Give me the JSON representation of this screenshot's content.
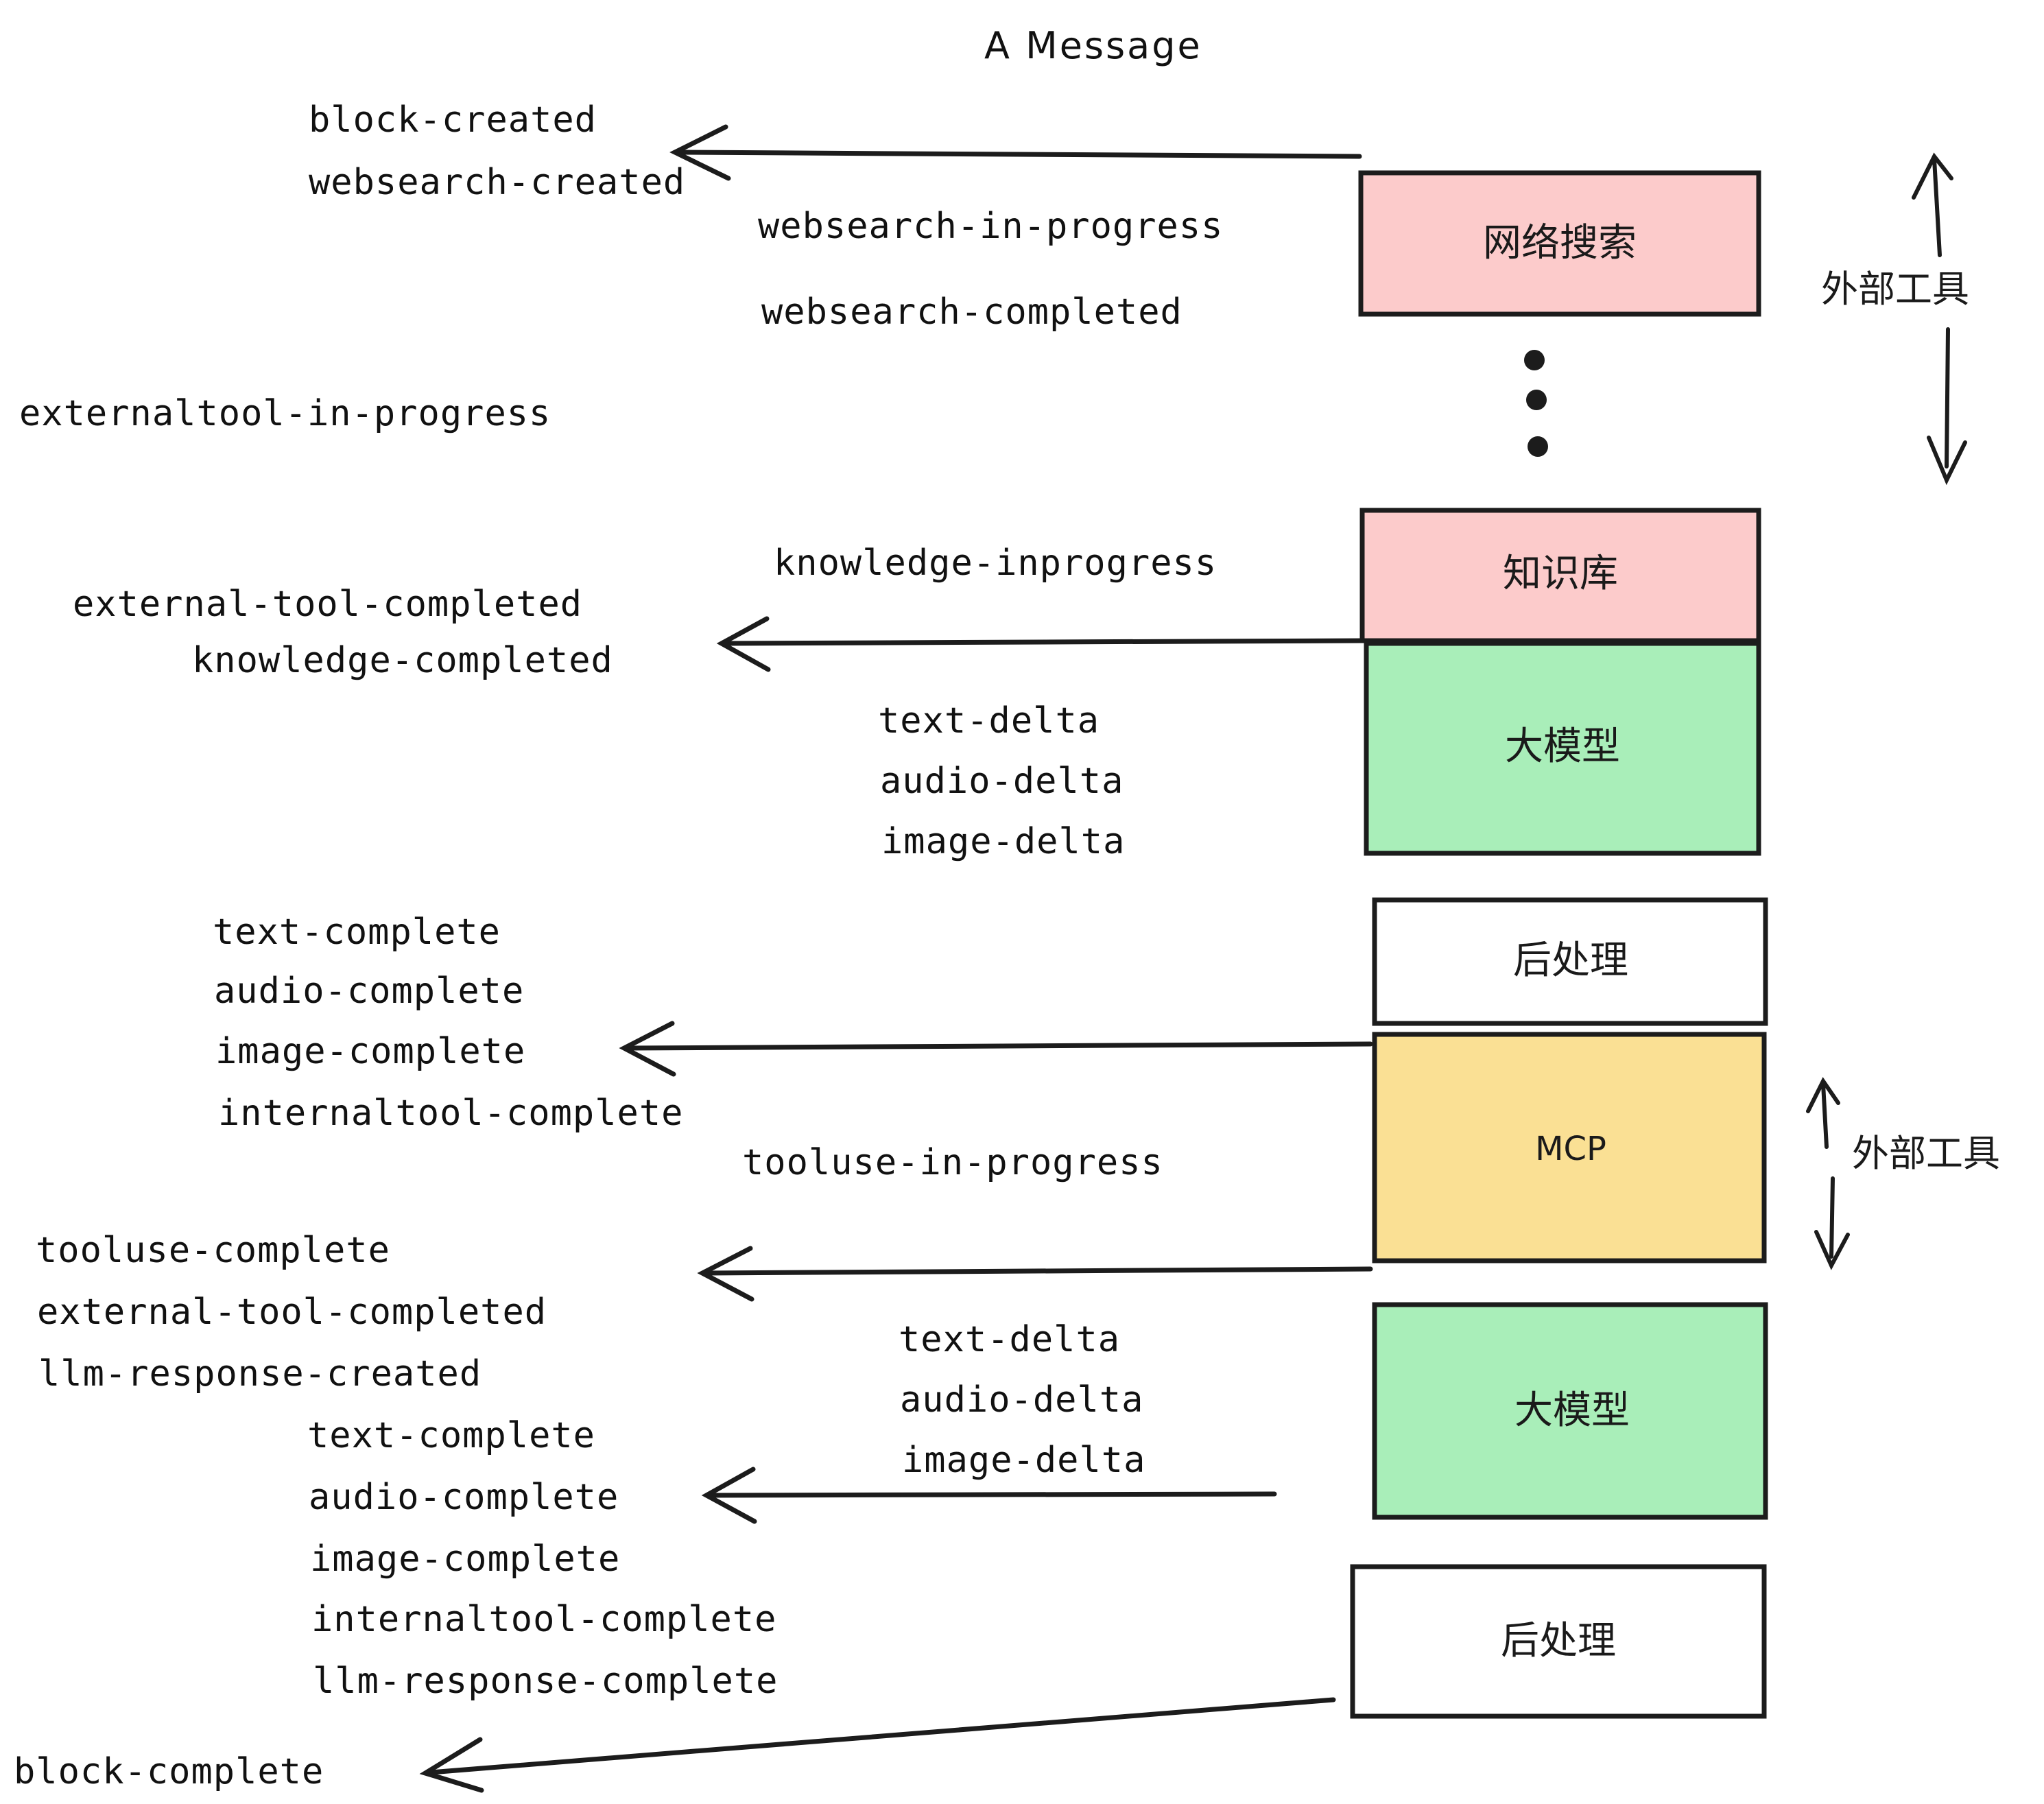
{
  "title": "A Message",
  "colors": {
    "pink": "#fccbcb",
    "green": "#a9eeb9",
    "yellow": "#fae094",
    "white": "#ffffff",
    "stroke": "#1c1c1c",
    "text": "#111111",
    "background": "#ffffff"
  },
  "boxes": [
    {
      "id": "web-search",
      "label": "网络搜索",
      "fill": "pink"
    },
    {
      "id": "knowledge-base",
      "label": "知识库",
      "fill": "pink"
    },
    {
      "id": "llm-1",
      "label": "大模型",
      "fill": "green"
    },
    {
      "id": "postprocess-1",
      "label": "后处理",
      "fill": "white"
    },
    {
      "id": "mcp",
      "label": "MCP",
      "fill": "yellow"
    },
    {
      "id": "llm-2",
      "label": "大模型",
      "fill": "green"
    },
    {
      "id": "postprocess-2",
      "label": "后处理",
      "fill": "white"
    }
  ],
  "group_labels": [
    {
      "id": "external-tools-top",
      "label": "外部工具"
    },
    {
      "id": "external-tools-bottom",
      "label": "外部工具"
    }
  ],
  "events": {
    "block_created": "block-created",
    "websearch_created": "websearch-created",
    "websearch_in_progress": "websearch-in-progress",
    "websearch_completed": "websearch-completed",
    "externaltool_in_progress": "externaltool-in-progress",
    "knowledge_inprogress": "knowledge-inprogress",
    "external_tool_completed_1": "external-tool-completed",
    "knowledge_completed": "knowledge-completed",
    "text_delta_1": "text-delta",
    "audio_delta_1": "audio-delta",
    "image_delta_1": "image-delta",
    "text_complete_1": "text-complete",
    "audio_complete_1": "audio-complete",
    "image_complete_1": "image-complete",
    "internaltool_complete_1": "internaltool-complete",
    "tooluse_in_progress": "tooluse-in-progress",
    "tooluse_complete": "tooluse-complete",
    "external_tool_completed_2": "external-tool-completed",
    "llm_response_created": "llm-response-created",
    "text_delta_2": "text-delta",
    "audio_delta_2": "audio-delta",
    "image_delta_2": "image-delta",
    "text_complete_2": "text-complete",
    "audio_complete_2": "audio-complete",
    "image_complete_2": "image-complete",
    "internaltool_complete_2": "internaltool-complete",
    "llm_response_complete": "llm-response-complete",
    "block_complete": "block-complete"
  },
  "ellipsis_dots": 3
}
